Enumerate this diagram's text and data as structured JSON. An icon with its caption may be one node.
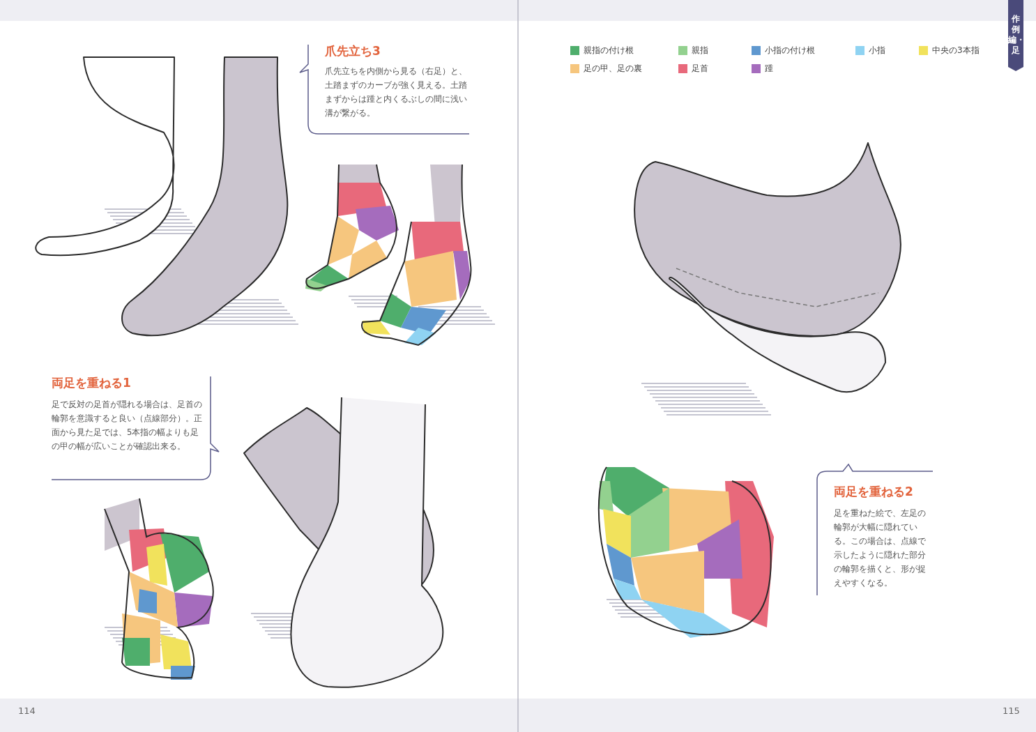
{
  "diagram": {
    "nodes": [
      {
        "text": [
          "爪先立ち3",
          "爪先立ちを内側から見る（右足）と、土踏まずのカーブが強く見える。土踏まずからは踵と内くるぶしの間に浅い溝が繋がる。"
        ]
      },
      {
        "text": [
          "両足を重ねる1",
          "足で反対の足首が隠れる場合は、足首の輪郭を意識すると良い（点線部分）。正面から見た足では、5本指の幅よりも足の甲の幅が広いことが確認出来る。"
        ]
      },
      {
        "text": [
          "両足を重ねる2",
          "足を重ねた絵で、左足の輪郭が大幅に隠れている。この場合は、点線で示したように隠れた部分の輪郭を描くと、形が捉えやすくなる。"
        ]
      }
    ],
    "labels": [
      "作例編・足",
      "114",
      "115"
    ],
    "legend": [
      {
        "text": "親指の付け根",
        "color": "#4fae6c"
      },
      {
        "text": "親指",
        "color": "#93d18f"
      },
      {
        "text": "小指の付け根",
        "color": "#5f98cf"
      },
      {
        "text": "小指",
        "color": "#8fd3f2"
      },
      {
        "text": "中央の3本指",
        "color": "#f1e25c"
      },
      {
        "text": "足の甲、足の裏",
        "color": "#f6c67e"
      },
      {
        "text": "足首",
        "color": "#e8697b"
      },
      {
        "text": "踵",
        "color": "#a56cbd"
      }
    ]
  }
}
